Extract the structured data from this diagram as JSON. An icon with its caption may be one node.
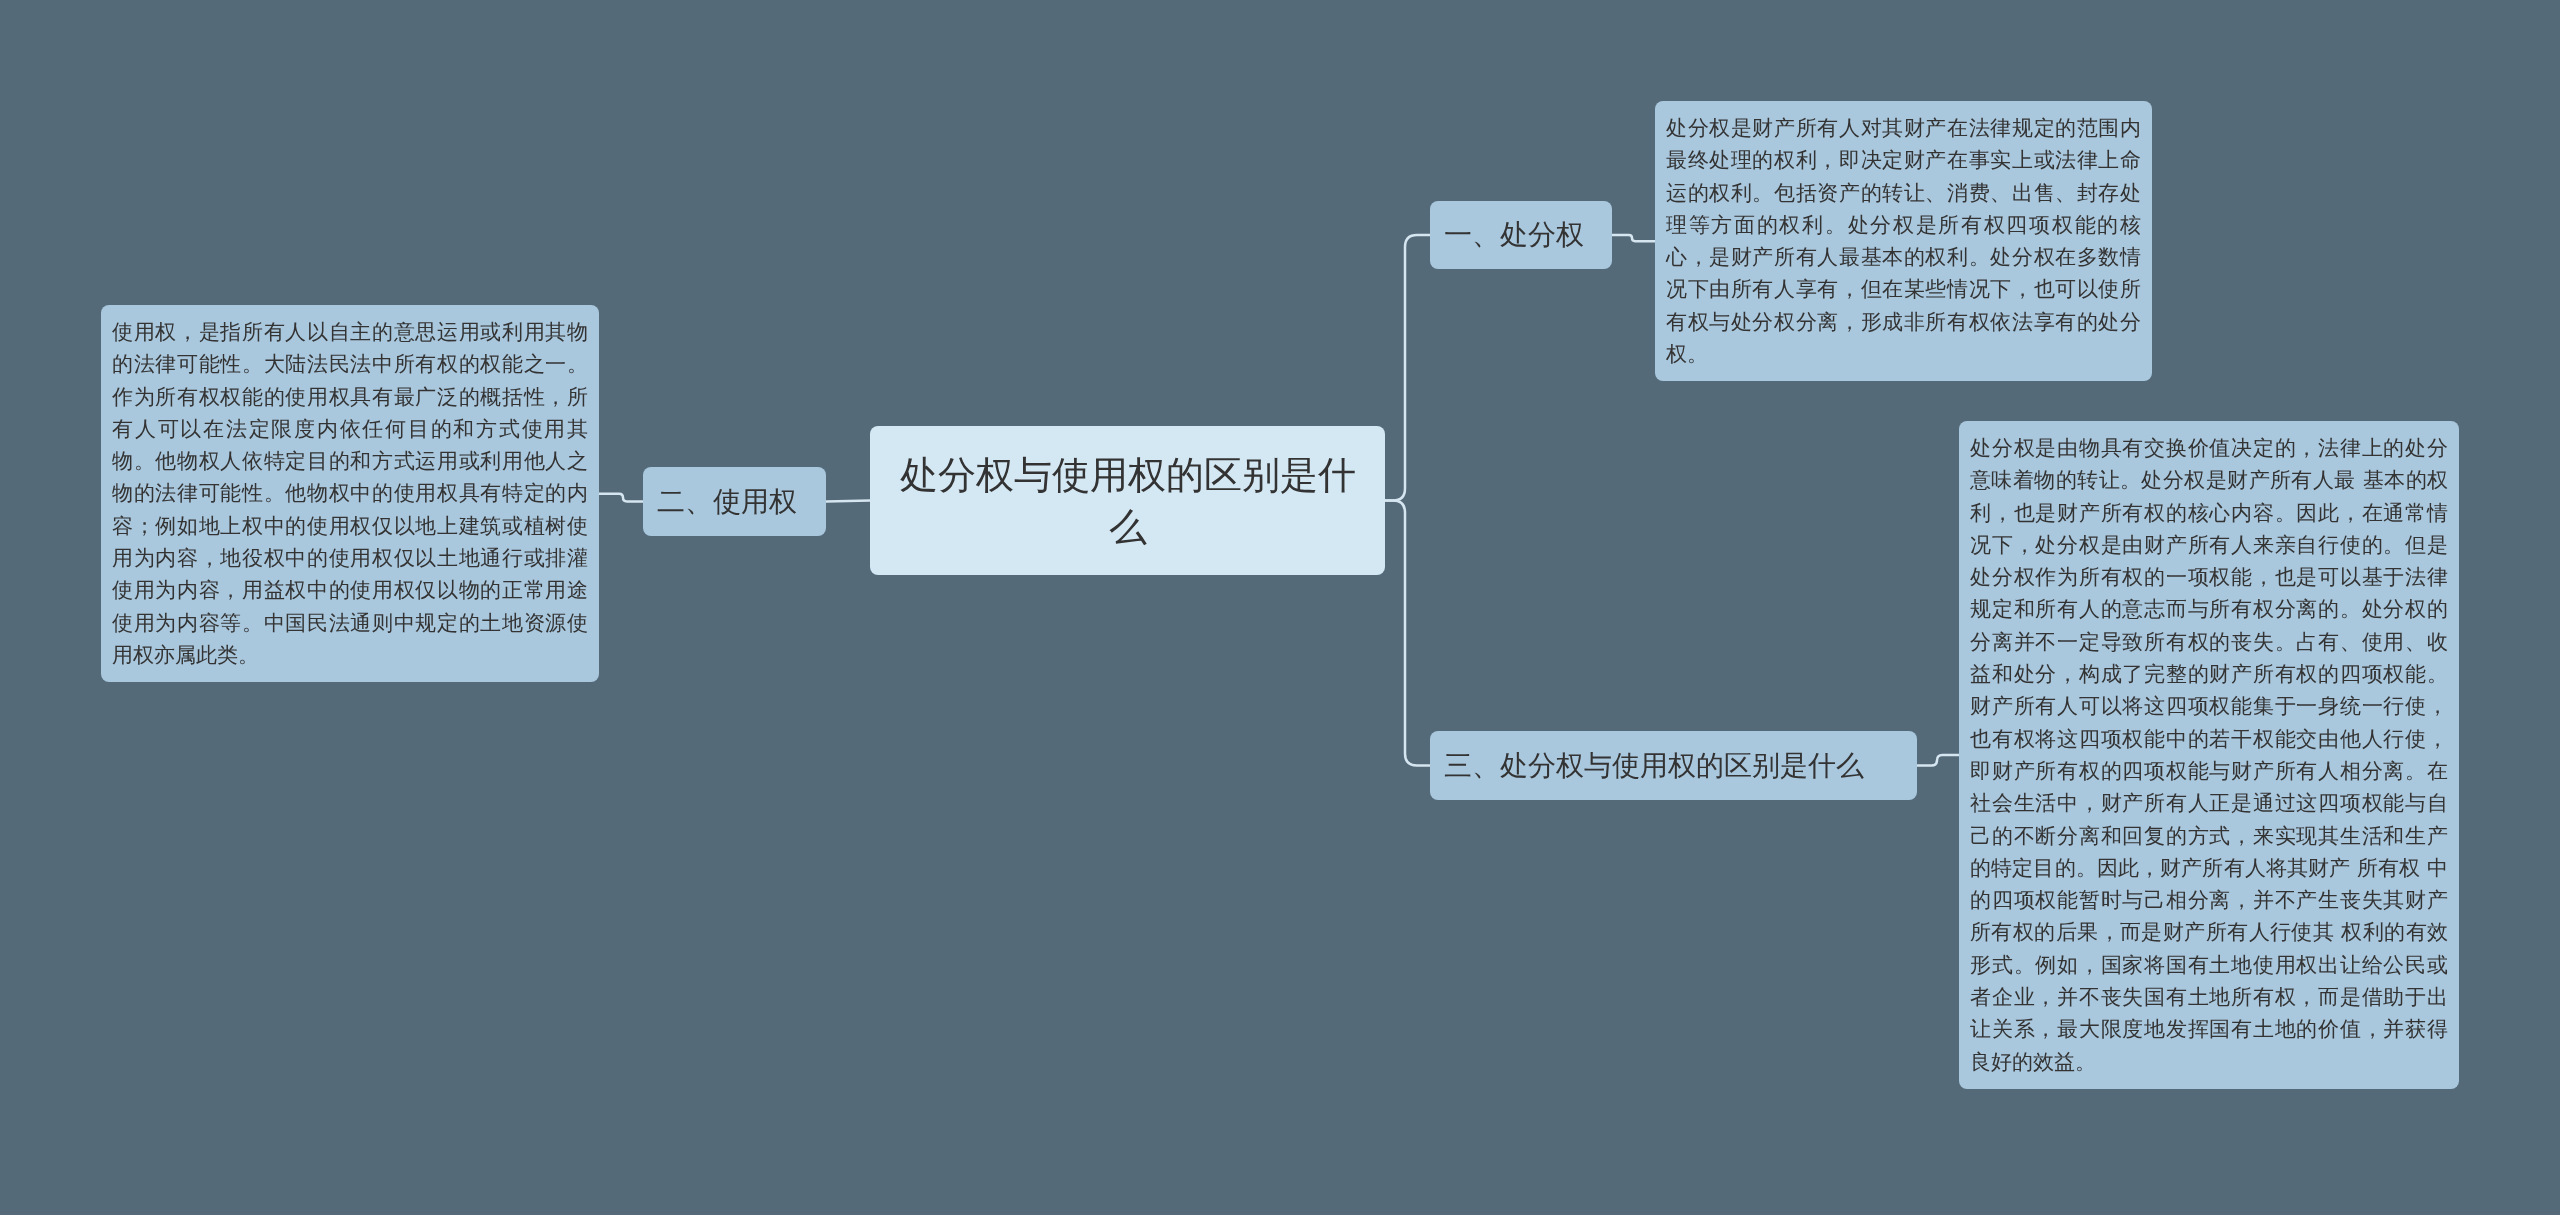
{
  "diagram": {
    "nodes": [
      {
        "text": [
          "处分权与使用权的区别是什么"
        ]
      },
      {
        "text": [
          "一、处分权"
        ]
      },
      {
        "text": [
          "处分权是财产所有人对其财产在法律规定的范围内最终处理的权利，即决定财产在事实上或法律上命运的权利。包括资产的转让、消费、出售、封存处理等方面的权利。处分权是所有权四项权能的核心，是财产所有人最基本的权利。处分权在多数情况下由所有人享有，但在某些情况下，也可以使所有权与处分权分离，形成非所有权依法享有的处分权。"
        ]
      },
      {
        "text": [
          "二、使用权"
        ]
      },
      {
        "text": [
          "使用权，是指所有人以自主的意思运用或利用其物的法律可能性。大陆法民法中所有权的权能之一。作为所有权权能的使用权具有最广泛的概括性，所有人可以在法定限度内依任何目的和方式使用其物。他物权人依特定目的和方式运用或利用他人之物的法律可能性。他物权中的使用权具有特定的内容；例如地上权中的使用权仅以地上建筑或植树使用为内容，地役权中的使用权仅以土地通行或排灌使用为内容，用益权中的使用权仅以物的正常用途使用为内容等。中国民法通则中规定的土地资源使用权亦属此类。"
        ]
      },
      {
        "text": [
          "三、处分权与使用权的区别是什么"
        ]
      },
      {
        "text": [
          "处分权是由物具有交换价值决定的，法律上的处分意味着物的转让。处分权是财产所有人最 基本的权利，也是财产所有权的核心内容。因此，在通常情况下，处分权是由财产所有人来亲自行使的。但是处分权作为所有权的一项权能，也是可以基于法律规定和所有人的意志而与所有权分离的。处分权的分离并不一定导致所有权的丧失。占有、使用、收益和处分，构成了完整的财产所有权的四项权能。财产所有人可以将这四项权能集于一身统一行使，也有权将这四项权能中的若干权能交由他人行使，即财产所有权的四项权能与财产所有人相分离。在社会生活中，财产所有人正是通过这四项权能与自己的不断分离和回复的方式，来实现其生活和生产的特定目的。因此，财产所有人将其财产 所有权 中的四项权能暂时与己相分离，并不产生丧失其财产所有权的后果，而是财产所有人行使其 权利的有效形式。例如，国家将国有土地使用权出让给公民或者企业，并不丧失国有土地所有权，而是借助于出让关系，最大限度地发挥国有土地的价值，并获得良好的效益。"
        ]
      }
    ],
    "edges": [
      {
        "from": 0,
        "to": 1,
        "arrow": "none"
      },
      {
        "from": 1,
        "to": 2,
        "arrow": "none"
      },
      {
        "from": 0,
        "to": 3,
        "arrow": "none"
      },
      {
        "from": 3,
        "to": 4,
        "arrow": "none"
      },
      {
        "from": 0,
        "to": 5,
        "arrow": "none"
      },
      {
        "from": 5,
        "to": 6,
        "arrow": "none"
      }
    ]
  }
}
